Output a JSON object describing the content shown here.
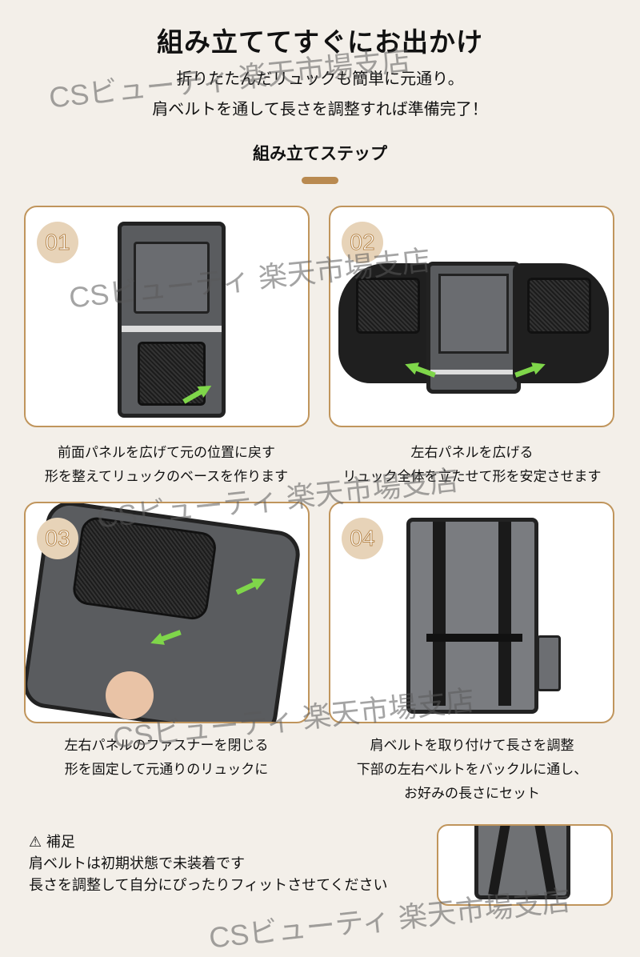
{
  "header": {
    "title": "組み立ててすぐにお出かけ",
    "line1": "折りたたんだリュックも簡単に元通り。",
    "line2": "肩ベルトを通して長さを調整すれば準備完了！",
    "steps_heading": "組み立てステップ"
  },
  "steps": [
    {
      "num": "01",
      "line1": "前面パネルを広げて元の位置に戻す",
      "line2": "形を整えてリュックのベースを作ります"
    },
    {
      "num": "02",
      "line1": "左右パネルを広げる",
      "line2": "リュック全体を立たせて形を安定させます"
    },
    {
      "num": "03",
      "line1": "左右パネルのファスナーを閉じる",
      "line2": "形を固定して元通りのリュックに"
    },
    {
      "num": "04",
      "line1": "肩ベルトを取り付けて長さを調整",
      "line2": "下部の左右ベルトをバックルに通し、",
      "line3": "お好みの長さにセット"
    }
  ],
  "note": {
    "icon": "⚠",
    "title": "補足",
    "line1": "肩ベルトは初期状態で未装着です",
    "line2": "長さを調整して自分にぴったりフィットさせてください"
  },
  "watermark": "CSビューティ 楽天市場支店",
  "colors": {
    "accent": "#b98a50",
    "background": "#f3efe9"
  }
}
